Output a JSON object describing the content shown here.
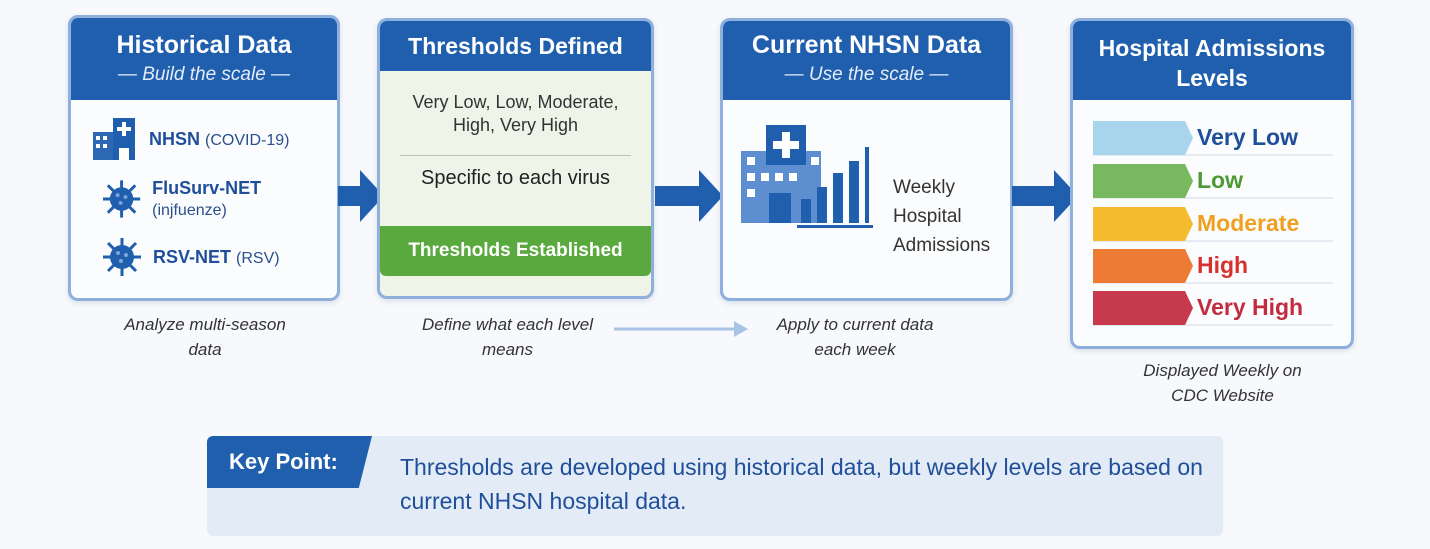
{
  "cards": {
    "historical": {
      "title": "Historical Data",
      "subtitle": "— Build the scale —",
      "sources": [
        {
          "name": "NHSN",
          "detail": "(COVID-19)",
          "icon": "hospital-icon"
        },
        {
          "name": "FluSurv-NET",
          "detail": "(injfuenze)",
          "icon": "virus-icon"
        },
        {
          "name": "RSV-NET",
          "detail": "(RSV)",
          "icon": "virus-icon"
        }
      ]
    },
    "thresholds": {
      "title": "Thresholds Defined",
      "levels_text": "Very Low, Low, Moderate, High, Very High",
      "specific": "Specific to each virus",
      "established": "Thresholds Established"
    },
    "current": {
      "title": "Current NHSN Data",
      "subtitle": "— Use the scale —",
      "label_line1": "Weekly",
      "label_line2": "Hospital",
      "label_line3": "Admissions"
    },
    "levels": {
      "title_line1": "Hospital Admissions",
      "title_line2": "Levels",
      "items": [
        {
          "label": "Very Low",
          "bar_color": "#a9d4ee",
          "text_color": "#1f4f9a"
        },
        {
          "label": "Low",
          "bar_color": "#78b85e",
          "text_color": "#4d9a33"
        },
        {
          "label": "Moderate",
          "bar_color": "#f5bb2e",
          "text_color": "#f0a020"
        },
        {
          "label": "High",
          "bar_color": "#ee7b33",
          "text_color": "#d6312e"
        },
        {
          "label": "Very High",
          "bar_color": "#c73a4e",
          "text_color": "#c32c40"
        }
      ]
    }
  },
  "captions": {
    "analyze": [
      "Analyze multi-season",
      "data"
    ],
    "define": [
      "Define what each level",
      "means"
    ],
    "apply": [
      "Apply to current data",
      "each week"
    ],
    "displayed": [
      "Displayed Weekly on",
      "CDC Website"
    ]
  },
  "key_point": {
    "label": "Key Point:",
    "text": "Thresholds are developed using historical data, but weekly levels are based on current NHSN hospital data."
  },
  "colors": {
    "primary": "#1f5fad",
    "green": "#5aa93e"
  }
}
